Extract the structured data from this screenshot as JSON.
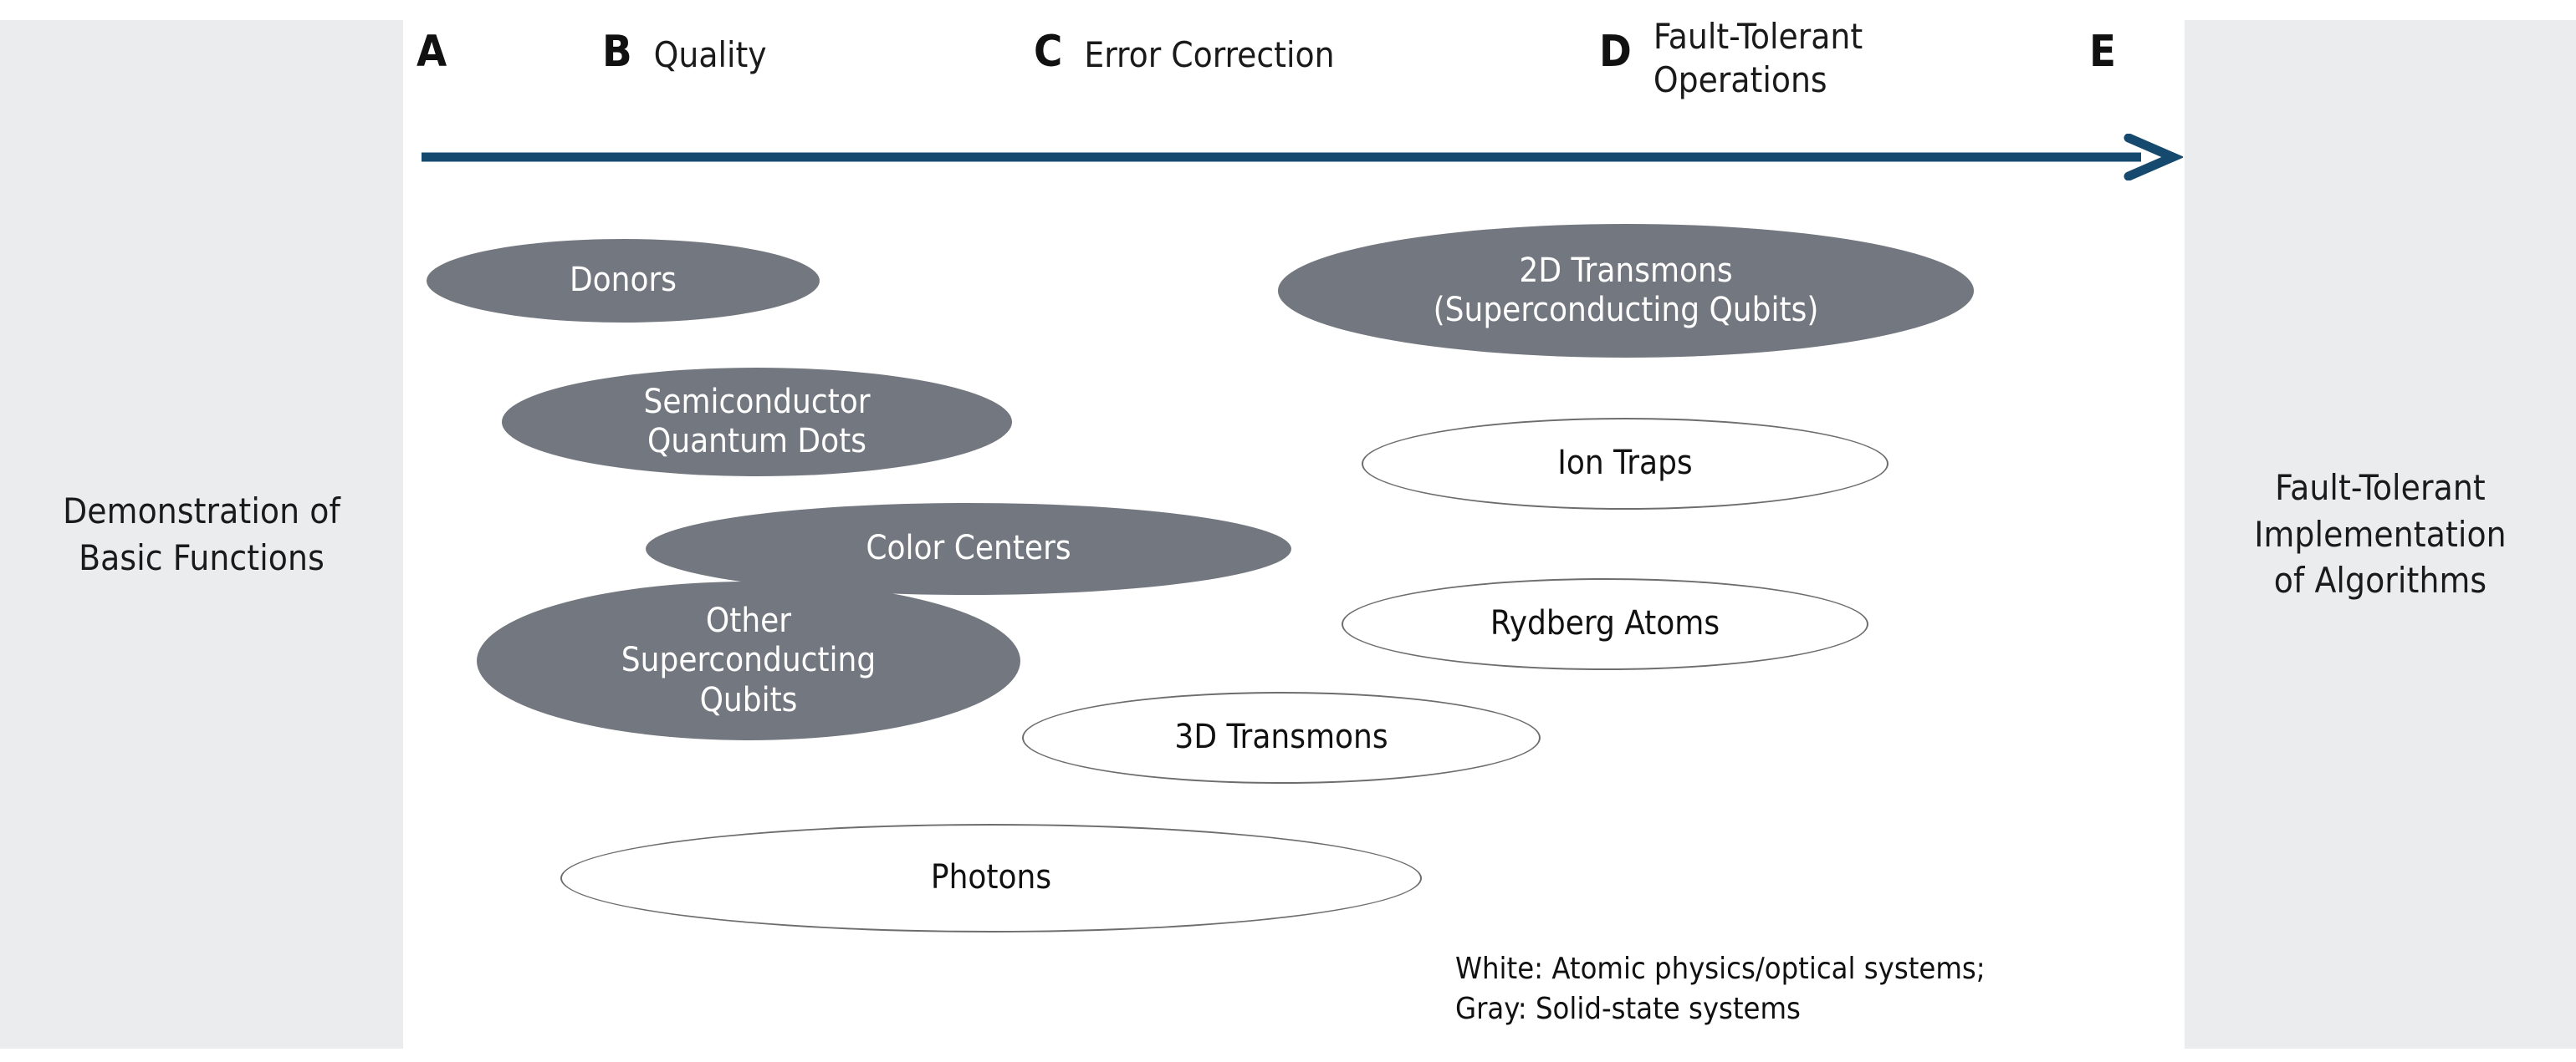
{
  "left_panel": {
    "text": "Demonstration of\nBasic Functions"
  },
  "right_panel": {
    "text": "Fault-Tolerant\nImplementation\nof Algorithms"
  },
  "stages": [
    {
      "letter": "A",
      "label": ""
    },
    {
      "letter": "B",
      "label": "Quality"
    },
    {
      "letter": "C",
      "label": "Error Correction"
    },
    {
      "letter": "D",
      "label": "Fault-Tolerant\nOperations"
    },
    {
      "letter": "E",
      "label": ""
    }
  ],
  "arrow": {
    "name": "progress-arrow",
    "color": "#15496d",
    "direction": "right"
  },
  "bubbles": [
    {
      "id": "donors",
      "label": "Donors",
      "type": "gray"
    },
    {
      "id": "semiconductor",
      "label": "Semiconductor\nQuantum Dots",
      "type": "gray"
    },
    {
      "id": "color_centers",
      "label": "Color Centers",
      "type": "gray"
    },
    {
      "id": "other_sc",
      "label": "Other\nSuperconducting\nQubits",
      "type": "gray"
    },
    {
      "id": "two_d",
      "label": "2D Transmons\n(Superconducting Qubits)",
      "type": "gray"
    },
    {
      "id": "ion_traps",
      "label": "Ion Traps",
      "type": "white"
    },
    {
      "id": "rydberg",
      "label": "Rydberg Atoms",
      "type": "white"
    },
    {
      "id": "three_d",
      "label": "3D Transmons",
      "type": "white"
    },
    {
      "id": "photons",
      "label": "Photons",
      "type": "white"
    }
  ],
  "legend": {
    "text": "White: Atomic physics/optical systems;\nGray: Solid-state systems"
  },
  "colors": {
    "panel_background": "#ebecee",
    "gray_bubble_fill": "#73777f",
    "white_bubble_stroke": "#6d6d6d",
    "arrow": "#15496d",
    "text": "#111111",
    "gray_bubble_text": "#ffffff"
  }
}
